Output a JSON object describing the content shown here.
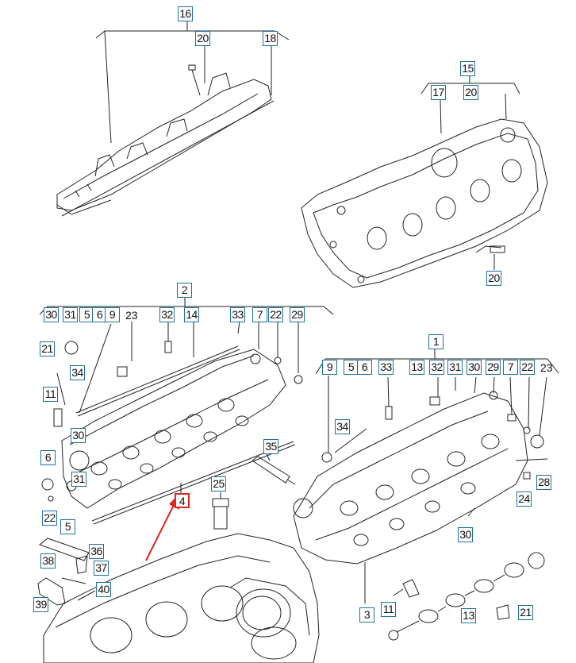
{
  "colors": {
    "callout_border": "#1f6f9f",
    "highlight": "#e1231b",
    "line": "#222222"
  },
  "callouts": {
    "c16": "16",
    "c20a": "20",
    "c18": "18",
    "c15": "15",
    "c17": "17",
    "c20b": "20",
    "c20c": "20",
    "c2": "2",
    "c30a": "30",
    "c31a": "31",
    "c5a": "5",
    "c6a": "6",
    "c9a": "9",
    "t23a": "23",
    "c32a": "32",
    "c14": "14",
    "c33a": "33",
    "c7a": "7",
    "c22a": "22",
    "c29a": "29",
    "c21a": "21",
    "c34a": "34",
    "c11a": "11",
    "c30b": "30",
    "c6b": "6",
    "c31b": "31",
    "c22b": "22",
    "c5b": "5",
    "c36": "36",
    "c38": "38",
    "c37": "37",
    "c40": "40",
    "c39": "39",
    "c4": "4",
    "c25": "25",
    "c35": "35",
    "c1": "1",
    "c9b": "9",
    "c5c": "5",
    "c6c": "6",
    "c33b": "33",
    "c13a": "13",
    "c32b": "32",
    "c31c": "31",
    "c30c": "30",
    "c29b": "29",
    "c7b": "7",
    "c22c": "22",
    "t23b": "23",
    "c34b": "34",
    "c28": "28",
    "c24": "24",
    "c30d": "30",
    "c3": "3",
    "c11b": "11",
    "c13b": "13",
    "c21b": "21"
  }
}
